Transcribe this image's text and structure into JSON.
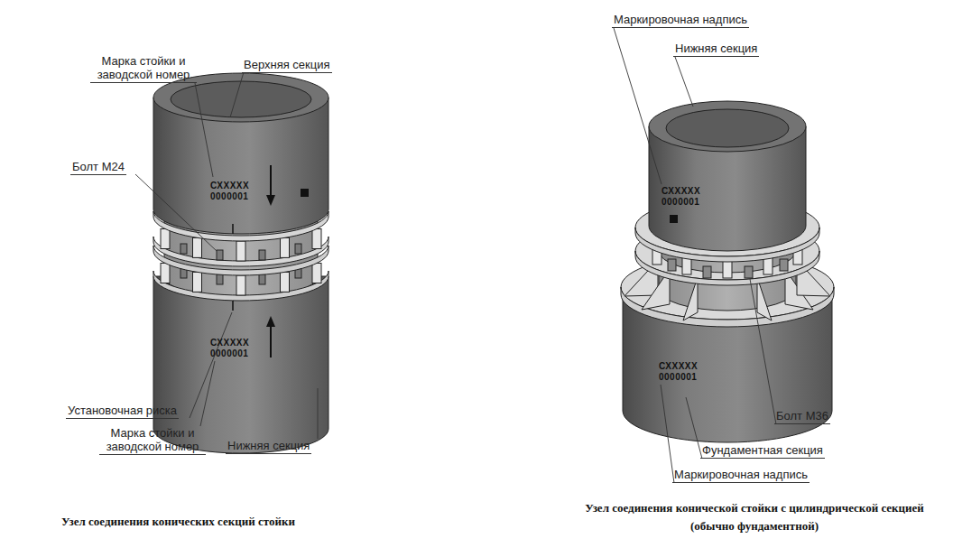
{
  "diagram": {
    "labels": [
      "Марка стойки и заводской номер",
      "Верхняя секция",
      "Болт М24",
      "СХХХХХ",
      "0000001",
      "СХХХХХ",
      "0000001",
      "Установочная риска",
      "Марка стойки и заводской номер",
      "Нижняя секция",
      "Узел соединения конических секций стойки",
      "Маркировочная надпись",
      "Нижняя секция",
      "СХХХХХ",
      "0000001",
      "СХХХХХ",
      "0000001",
      "Болт М36",
      "Фундаментная секция",
      "Маркировочная надпись",
      "Узел соединения конической стойки с цилиндрической секцией (обычно фундаментной)"
    ]
  }
}
